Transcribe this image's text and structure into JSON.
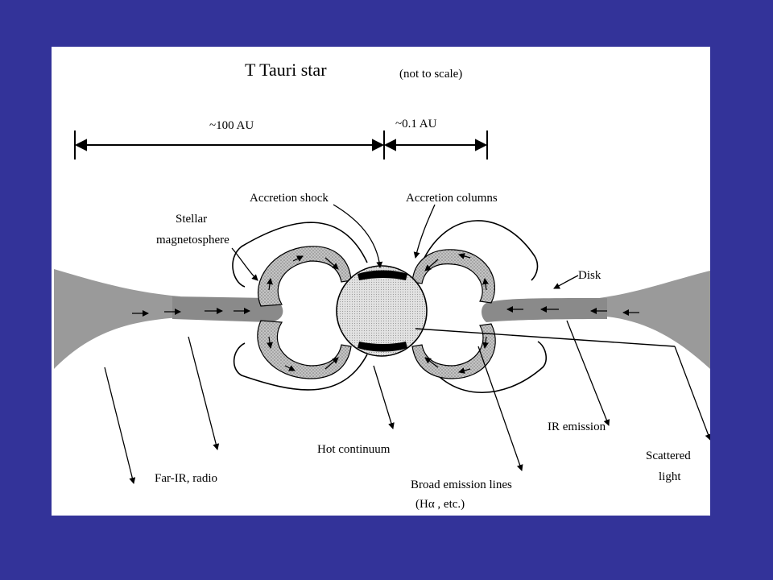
{
  "colors": {
    "slide_background": "#333399",
    "panel_background": "#ffffff",
    "ink": "#000000",
    "shading": "#9a9a9a",
    "column_fill": "#b8b8b8",
    "star_fill": "#d9d9d9"
  },
  "diagram": {
    "title": "T Tauri star",
    "scale_note": "(not to scale)",
    "scale_bars": {
      "outer": "~100 AU",
      "inner": "~0.1 AU"
    },
    "labels": {
      "accretion_shock": "Accretion shock",
      "accretion_columns": "Accretion columns",
      "magnetosphere_line1": "Stellar",
      "magnetosphere_line2": "magnetosphere",
      "disk": "Disk",
      "ir_emission": "IR emission",
      "hot_continuum": "Hot continuum",
      "scattered_line1": "Scattered",
      "scattered_line2": "light",
      "far_ir": "Far-IR, radio",
      "broad_lines": "Broad emission lines",
      "h_alpha": "(Hα , etc.)"
    }
  }
}
